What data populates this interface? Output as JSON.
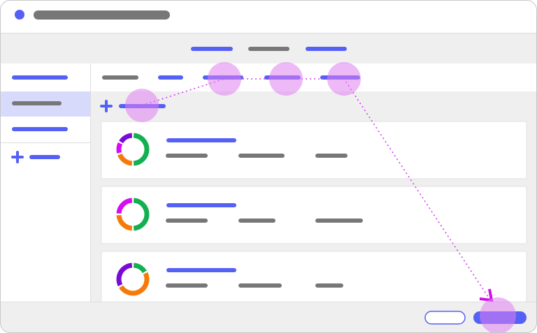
{
  "colors": {
    "accent": "#5560f5",
    "placeholder": "#777777",
    "selected_bg": "#d8dafc",
    "panel_bg": "#efefef",
    "highlight": "#e07ff0",
    "path": "#d63cf0"
  },
  "icons": {
    "window_dot": "circle-icon",
    "add": "plus-icon",
    "item": "donut-chart-icon",
    "cursor": "arrow-head-icon"
  },
  "cards": [
    {
      "slices": [
        {
          "color": "#12b050",
          "fraction": 0.5
        },
        {
          "color": "#f57a0a",
          "fraction": 0.2
        },
        {
          "color": "#d60cf5",
          "fraction": 0.13
        },
        {
          "color": "#7a0ad6",
          "fraction": 0.17
        }
      ]
    },
    {
      "slices": [
        {
          "color": "#12b050",
          "fraction": 0.5
        },
        {
          "color": "#f57a0a",
          "fraction": 0.25
        },
        {
          "color": "#d60cf5",
          "fraction": 0.25
        }
      ]
    },
    {
      "slices": [
        {
          "color": "#12b050",
          "fraction": 0.17
        },
        {
          "color": "#f57a0a",
          "fraction": 0.5
        },
        {
          "color": "#7a0ad6",
          "fraction": 0.33
        }
      ]
    }
  ]
}
